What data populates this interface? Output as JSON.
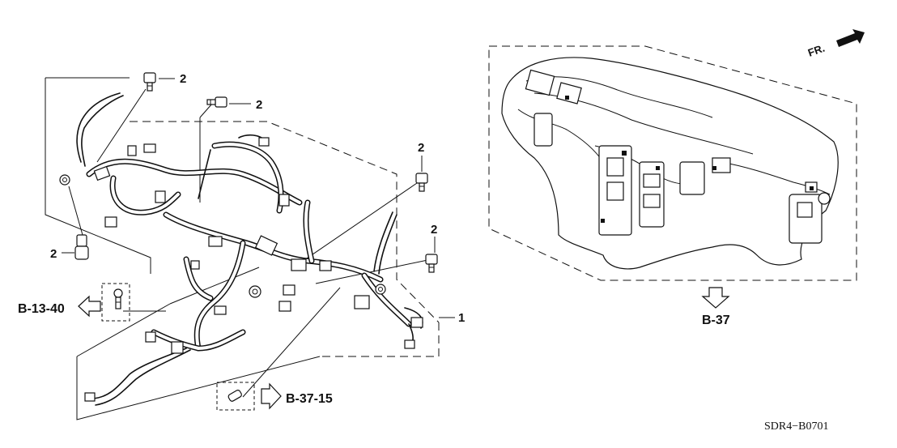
{
  "callouts": {
    "bolt_a": "2",
    "bolt_b": "2",
    "bolt_c": "2",
    "bolt_d": "2",
    "bolt_e": "2",
    "harness": "1"
  },
  "references": {
    "left_ref": "B-13-40",
    "bottom_ref": "B-37-15",
    "dashboard_ref": "B-37"
  },
  "direction_label": "FR.",
  "diagram_code": "SDR4−B0701"
}
